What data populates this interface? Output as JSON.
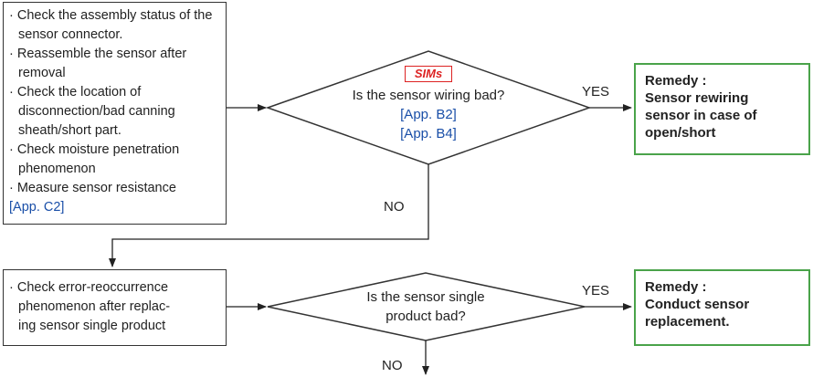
{
  "box1": {
    "lines": [
      "· Check the assembly status of the sensor connector.",
      "· Reassemble the sensor after removal",
      "· Check the location of disconnection/bad canning sheath/short part.",
      "· Check moisture penetration phenomenon",
      "· Measure sensor resistance"
    ],
    "link": "[App. C2]"
  },
  "decision1": {
    "badge": "SIMs",
    "question": "Is the sensor wiring bad?",
    "link1": "[App. B2]",
    "link2": "[App. B4]"
  },
  "remedy1": {
    "title": "Remedy :",
    "line1": "Sensor rewiring",
    "line2": "sensor in case of",
    "line3": "open/short"
  },
  "box2": {
    "line1": "· Check error-reoccurrence",
    "line2": "phenomenon after replac-",
    "line3": "ing sensor single product"
  },
  "decision2": {
    "line1": "Is the sensor single",
    "line2": "product bad?"
  },
  "remedy2": {
    "title": "Remedy :",
    "line1": "Conduct sensor",
    "line2": "replacement."
  },
  "labels": {
    "yes1": "YES",
    "no1": "NO",
    "yes2": "YES",
    "no2": "NO"
  },
  "colors": {
    "remedy_border": "#4aa34a",
    "link": "#1a4fa8",
    "sims_badge": "#dd2222"
  }
}
